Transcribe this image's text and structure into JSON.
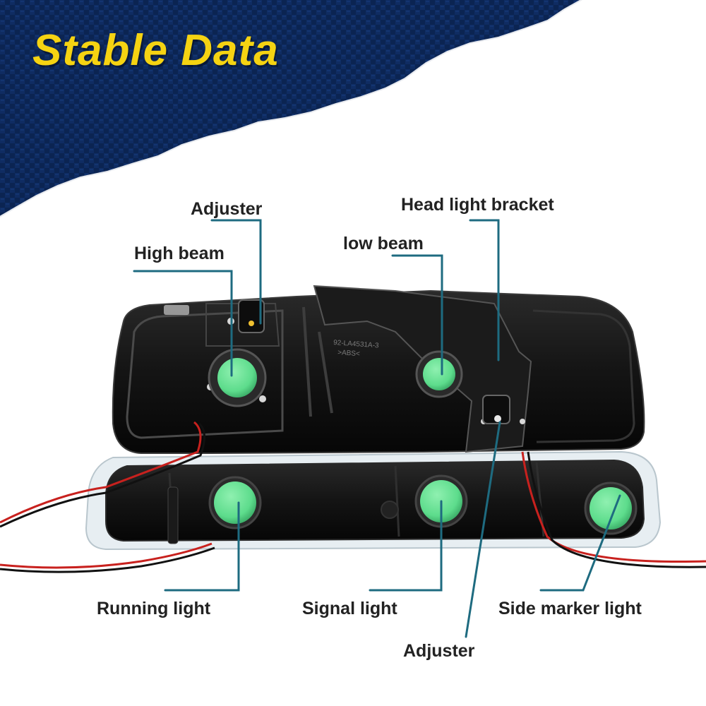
{
  "banner": {
    "title": "Stable Data",
    "title_color": "#F5D312",
    "background_color": "#0B2452"
  },
  "callouts": {
    "adjuster_top": "Adjuster",
    "high_beam": "High beam",
    "low_beam": "low beam",
    "head_light_bracket": "Head light bracket",
    "running_light": "Running light",
    "signal_light": "Signal light",
    "side_marker_light": "Side marker light",
    "adjuster_bottom": "Adjuster"
  },
  "housing_markings": {
    "part_number": "92-LA4531A-3",
    "material": ">ABS<"
  },
  "colors": {
    "leader_line": "#1E6B80",
    "bulb_socket": "#5DDC8C",
    "housing": "#141414",
    "wire_red": "#C8211E",
    "wire_black": "#111111"
  }
}
